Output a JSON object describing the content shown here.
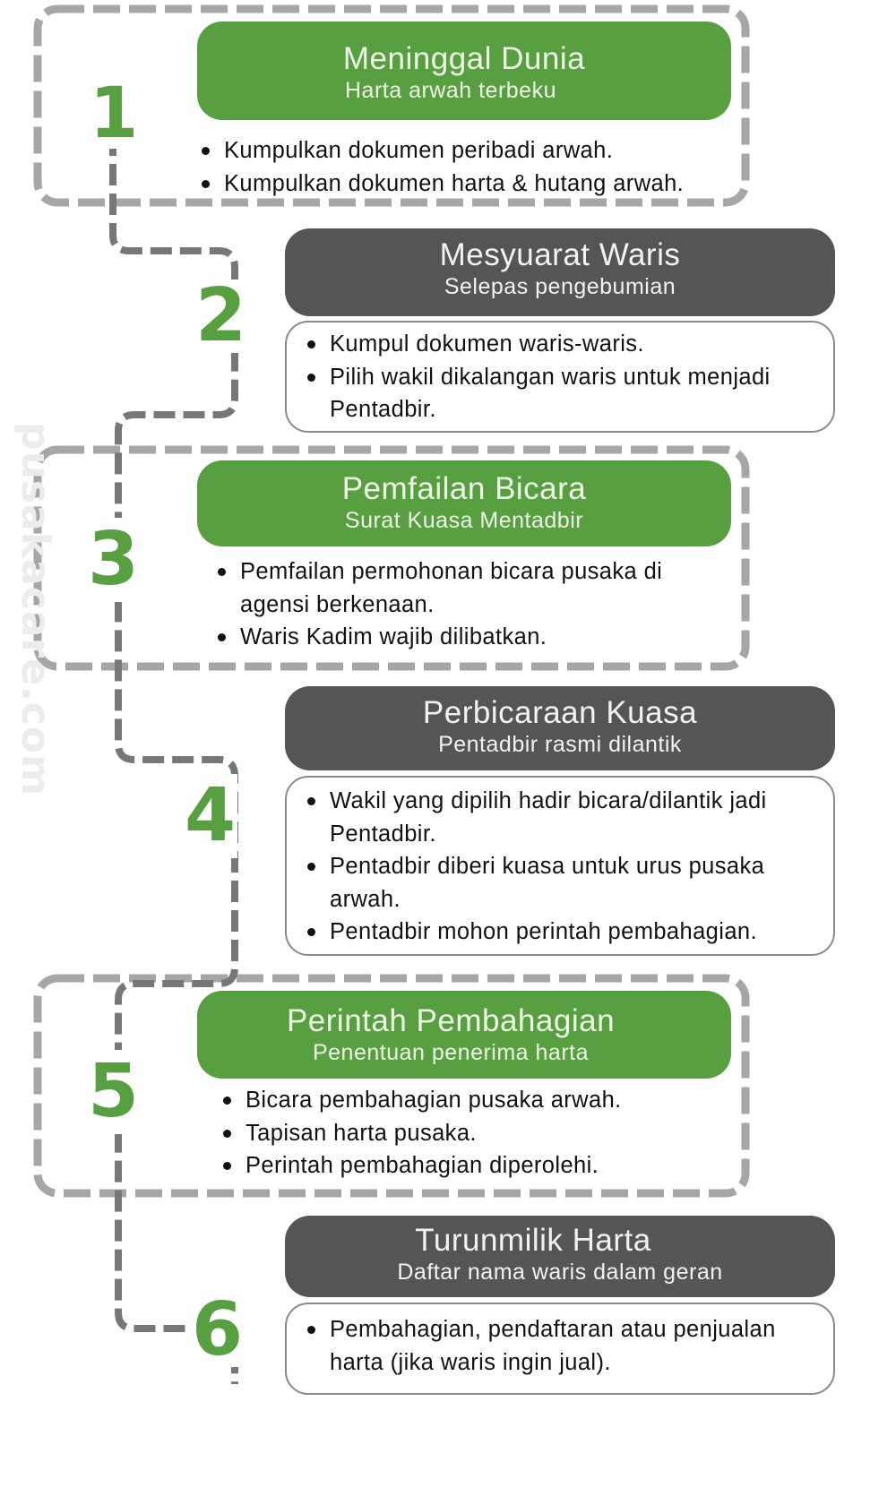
{
  "watermark": "pusakacare.com",
  "colors": {
    "green": "#579f41",
    "dark": "#555555",
    "outline": "#a6a6a6",
    "connector": "#777777"
  },
  "steps": [
    {
      "number": "1",
      "style": "green",
      "title": "Meninggal Dunia",
      "subtitle": "Harta arwah terbeku",
      "bullets": [
        "Kumpulkan dokumen peribadi arwah.",
        "Kumpulkan dokumen harta & hutang arwah."
      ]
    },
    {
      "number": "2",
      "style": "dark",
      "title": "Mesyuarat Waris",
      "subtitle": "Selepas pengebumian",
      "bullets": [
        "Kumpul dokumen waris-waris.",
        "Pilih wakil dikalangan waris untuk menjadi Pentadbir."
      ]
    },
    {
      "number": "3",
      "style": "green",
      "title": "Pemfailan Bicara",
      "subtitle": "Surat Kuasa Mentadbir",
      "bullets": [
        "Pemfailan permohonan bicara pusaka di agensi berkenaan.",
        "Waris Kadim wajib dilibatkan."
      ]
    },
    {
      "number": "4",
      "style": "dark",
      "title": "Perbicaraan Kuasa",
      "subtitle": "Pentadbir rasmi dilantik",
      "bullets": [
        "Wakil yang dipilih hadir bicara/dilantik jadi Pentadbir.",
        "Pentadbir diberi kuasa untuk urus pusaka arwah.",
        "Pentadbir mohon perintah pembahagian."
      ]
    },
    {
      "number": "5",
      "style": "green",
      "title": "Perintah Pembahagian",
      "subtitle": "Penentuan penerima harta",
      "bullets": [
        "Bicara pembahagian pusaka arwah.",
        "Tapisan harta pusaka.",
        "Perintah pembahagian diperolehi."
      ]
    },
    {
      "number": "6",
      "style": "dark",
      "title": "Turunmilik Harta",
      "subtitle": "Daftar nama waris dalam geran",
      "bullets": [
        "Pembahagian, pendaftaran atau penjualan harta (jika waris ingin jual)."
      ]
    }
  ]
}
